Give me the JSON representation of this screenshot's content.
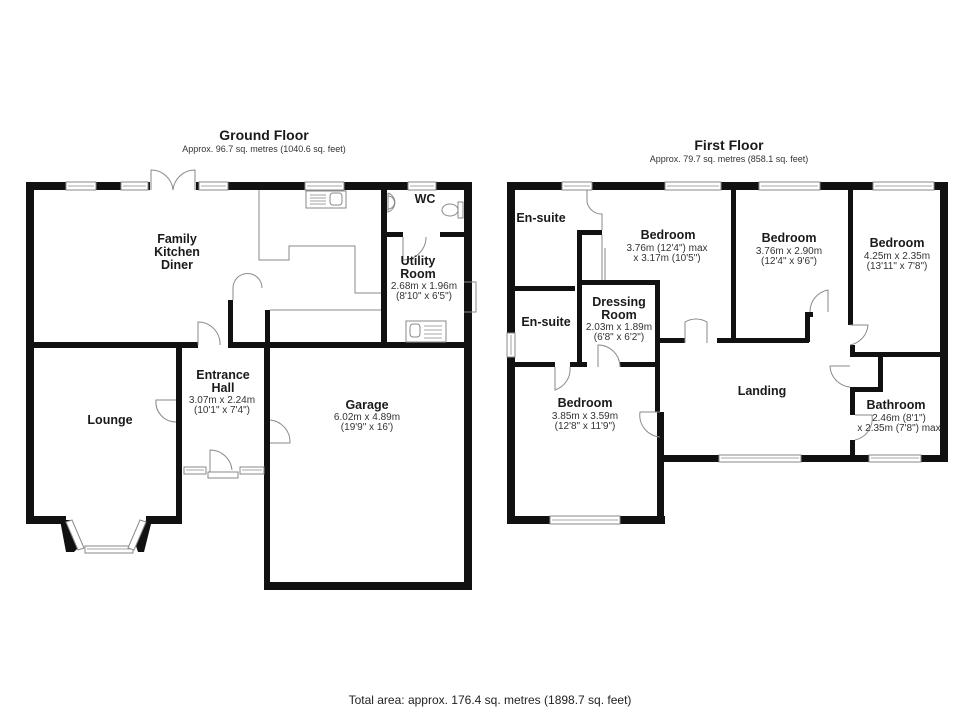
{
  "ground_floor": {
    "title": "Ground Floor",
    "area": "Approx. 96.7 sq. metres (1040.6 sq. feet)",
    "rooms": {
      "kitchen": {
        "name_lines": [
          "Family",
          "Kitchen",
          "Diner"
        ]
      },
      "wc": {
        "name_lines": [
          "WC"
        ]
      },
      "utility": {
        "name_lines": [
          "Utility",
          "Room"
        ],
        "dim_metric": "2.68m x 1.96m",
        "dim_imperial": "(8'10\" x 6'5\")"
      },
      "lounge": {
        "name_lines": [
          "Lounge"
        ]
      },
      "hall": {
        "name_lines": [
          "Entrance",
          "Hall"
        ],
        "dim_metric": "3.07m x 2.24m",
        "dim_imperial": "(10'1\" x 7'4\")"
      },
      "garage": {
        "name_lines": [
          "Garage"
        ],
        "dim_metric": "6.02m x 4.89m",
        "dim_imperial": "(19'9\" x 16')"
      }
    }
  },
  "first_floor": {
    "title": "First Floor",
    "area": "Approx. 79.7 sq. metres (858.1 sq. feet)",
    "rooms": {
      "ensuite1": {
        "name_lines": [
          "En-suite"
        ]
      },
      "ensuite2": {
        "name_lines": [
          "En-suite"
        ]
      },
      "bedroom1": {
        "name_lines": [
          "Bedroom"
        ],
        "dim_line1": "3.76m (12'4\") max",
        "dim_line2": "x 3.17m (10'5\")"
      },
      "bedroom2": {
        "name_lines": [
          "Bedroom"
        ],
        "dim_metric": "3.76m x 2.90m",
        "dim_imperial": "(12'4\" x 9'6\")"
      },
      "bedroom3": {
        "name_lines": [
          "Bedroom"
        ],
        "dim_metric": "4.25m x 2.35m",
        "dim_imperial": "(13'11\" x 7'8\")"
      },
      "dressing": {
        "name_lines": [
          "Dressing",
          "Room"
        ],
        "dim_metric": "2.03m x 1.89m",
        "dim_imperial": "(6'8\" x 6'2\")"
      },
      "bedroom4": {
        "name_lines": [
          "Bedroom"
        ],
        "dim_metric": "3.85m x 3.59m",
        "dim_imperial": "(12'8\" x 11'9\")"
      },
      "landing": {
        "name_lines": [
          "Landing"
        ]
      },
      "bathroom": {
        "name_lines": [
          "Bathroom"
        ],
        "dim_line1": "2.46m (8'1\")",
        "dim_line2": "x 2.35m (7'8\") max"
      }
    }
  },
  "total_area": "Total area: approx. 176.4 sq. metres (1898.7 sq. feet)"
}
